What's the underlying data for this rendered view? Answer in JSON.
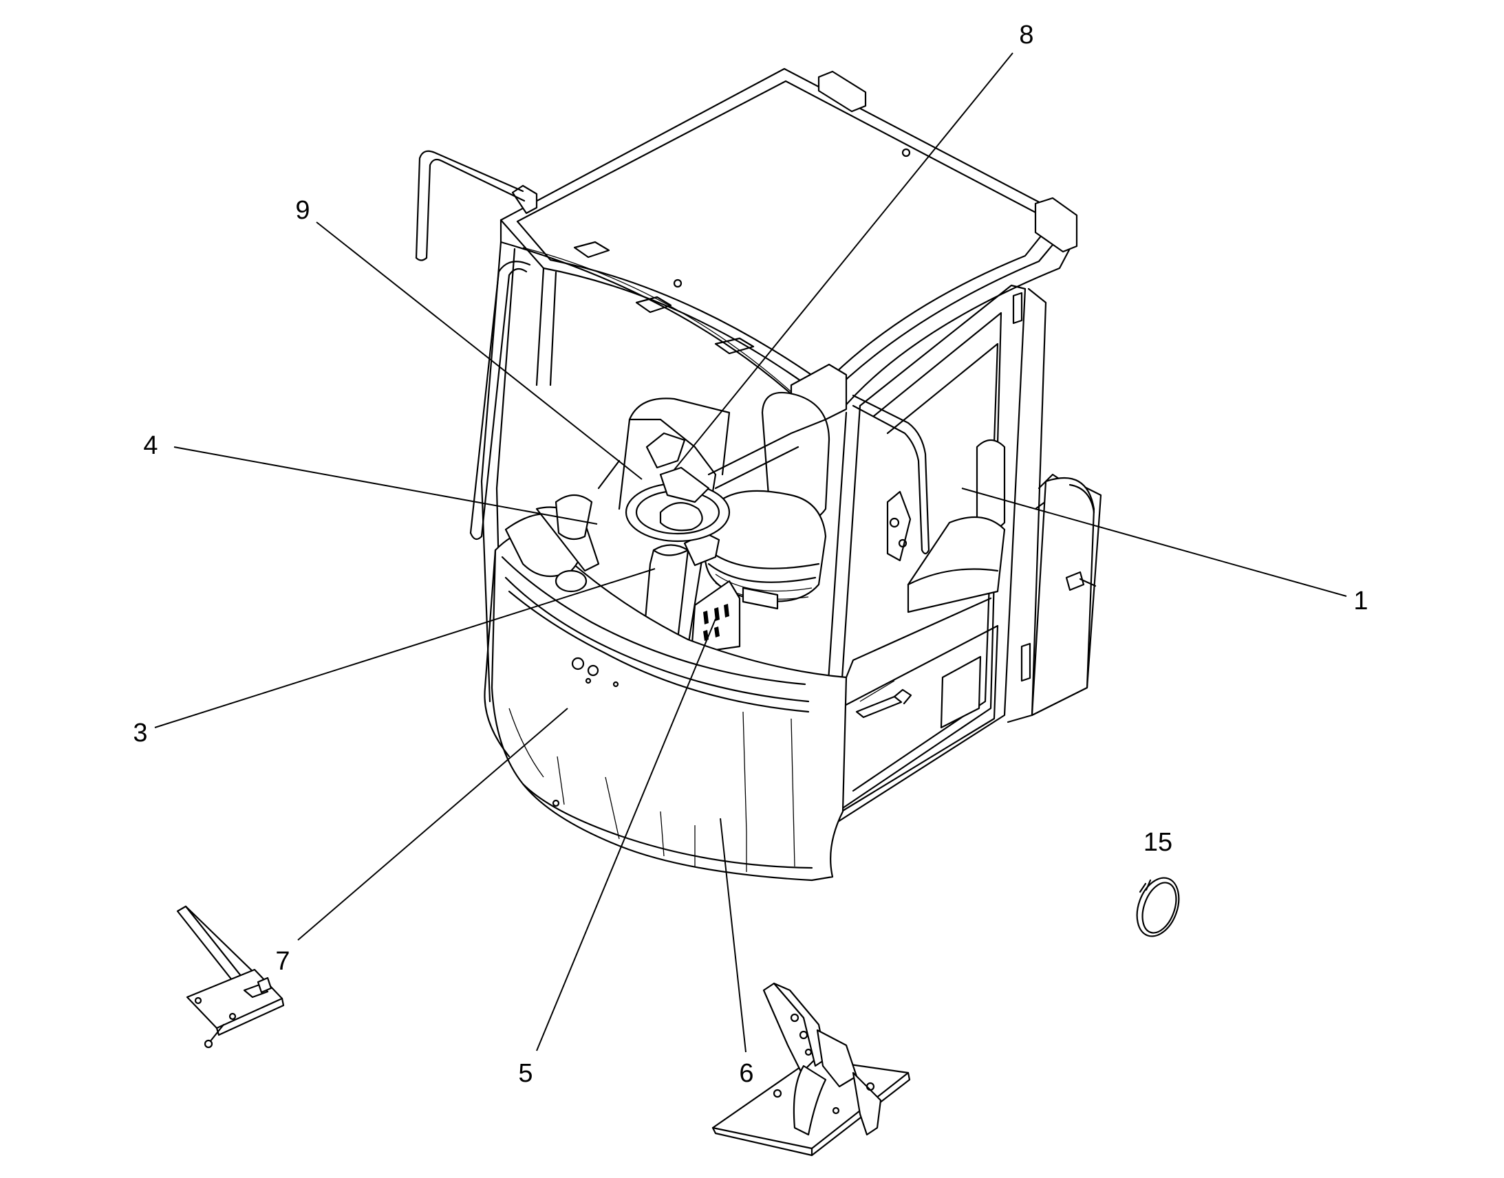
{
  "callouts": [
    {
      "id": "1",
      "label": "1"
    },
    {
      "id": "3",
      "label": "3"
    },
    {
      "id": "4",
      "label": "4"
    },
    {
      "id": "5",
      "label": "5"
    },
    {
      "id": "6",
      "label": "6"
    },
    {
      "id": "7",
      "label": "7"
    },
    {
      "id": "8",
      "label": "8"
    },
    {
      "id": "9",
      "label": "9"
    },
    {
      "id": "15",
      "label": "15"
    }
  ]
}
